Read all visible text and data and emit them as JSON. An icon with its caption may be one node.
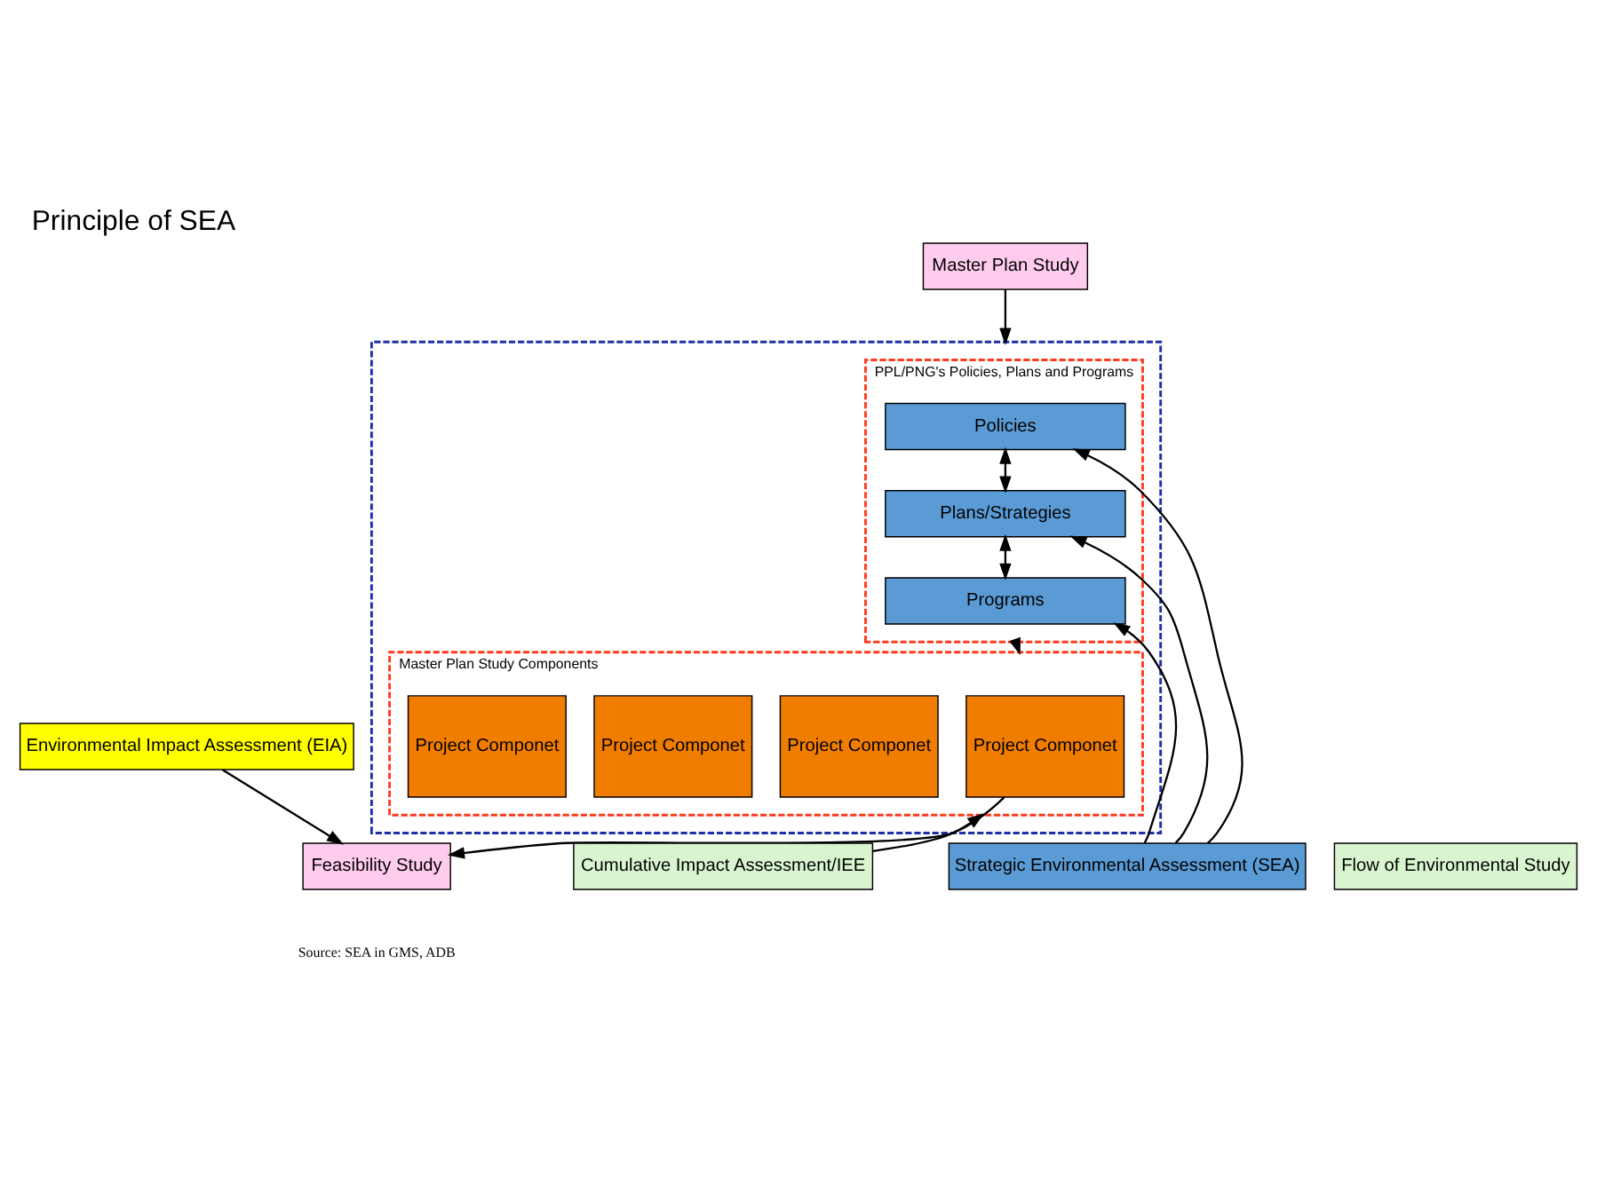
{
  "diagram": {
    "title": "Principle of SEA",
    "nodes": [
      {
        "text": [],
        "shape": "box"
      },
      {
        "text": [
          "PPL/PNG's Policies, Plans and Programs"
        ],
        "in": 0
      },
      {
        "text": [
          "Policies"
        ],
        "in": 1
      },
      {
        "text": [
          "Plans/Strategies"
        ],
        "in": 1
      },
      {
        "text": [
          "Programs"
        ],
        "in": 1
      },
      {
        "text": [
          "Master Plan Study Components"
        ],
        "in": 0
      },
      {
        "text": [
          "Project Componet"
        ],
        "in": 5
      },
      {
        "text": [
          "Project Componet"
        ],
        "in": 5
      },
      {
        "text": [
          "Project Componet"
        ],
        "in": 5
      },
      {
        "text": [
          "Project Componet"
        ],
        "in": 5
      },
      {
        "text": [
          "Master Plan Study"
        ]
      },
      {
        "text": [
          "Strategic Environmental Assessment (SEA)"
        ]
      },
      {
        "text": [
          "Cumulative Impact Assessment/IEE"
        ]
      },
      {
        "text": [
          "Feasibility Study"
        ]
      },
      {
        "text": [
          "Environmental Impact Assessment (EIA)"
        ]
      },
      {
        "text": [
          "Flow of Environmental Study"
        ]
      }
    ],
    "edges": [
      {
        "from": 2,
        "to": 3,
        "arrow": "both"
      },
      {
        "from": 3,
        "to": 4,
        "arrow": "both"
      },
      {
        "from": 1,
        "to": 5,
        "arrow": "to"
      },
      {
        "from": 11,
        "to": 2,
        "arrow": "to"
      },
      {
        "from": 11,
        "to": 3,
        "arrow": "to"
      },
      {
        "from": 11,
        "to": 4,
        "arrow": "to"
      },
      {
        "from": 10,
        "to": 0,
        "arrow": "to"
      },
      {
        "from": 12,
        "to": 5,
        "arrow": "to"
      },
      {
        "from": 6,
        "to": 13,
        "arrow": "to"
      },
      {
        "from": 14,
        "to": 13,
        "arrow": "to"
      }
    ],
    "labels": [
      "Source: SEA in GMS, ADB"
    ]
  }
}
